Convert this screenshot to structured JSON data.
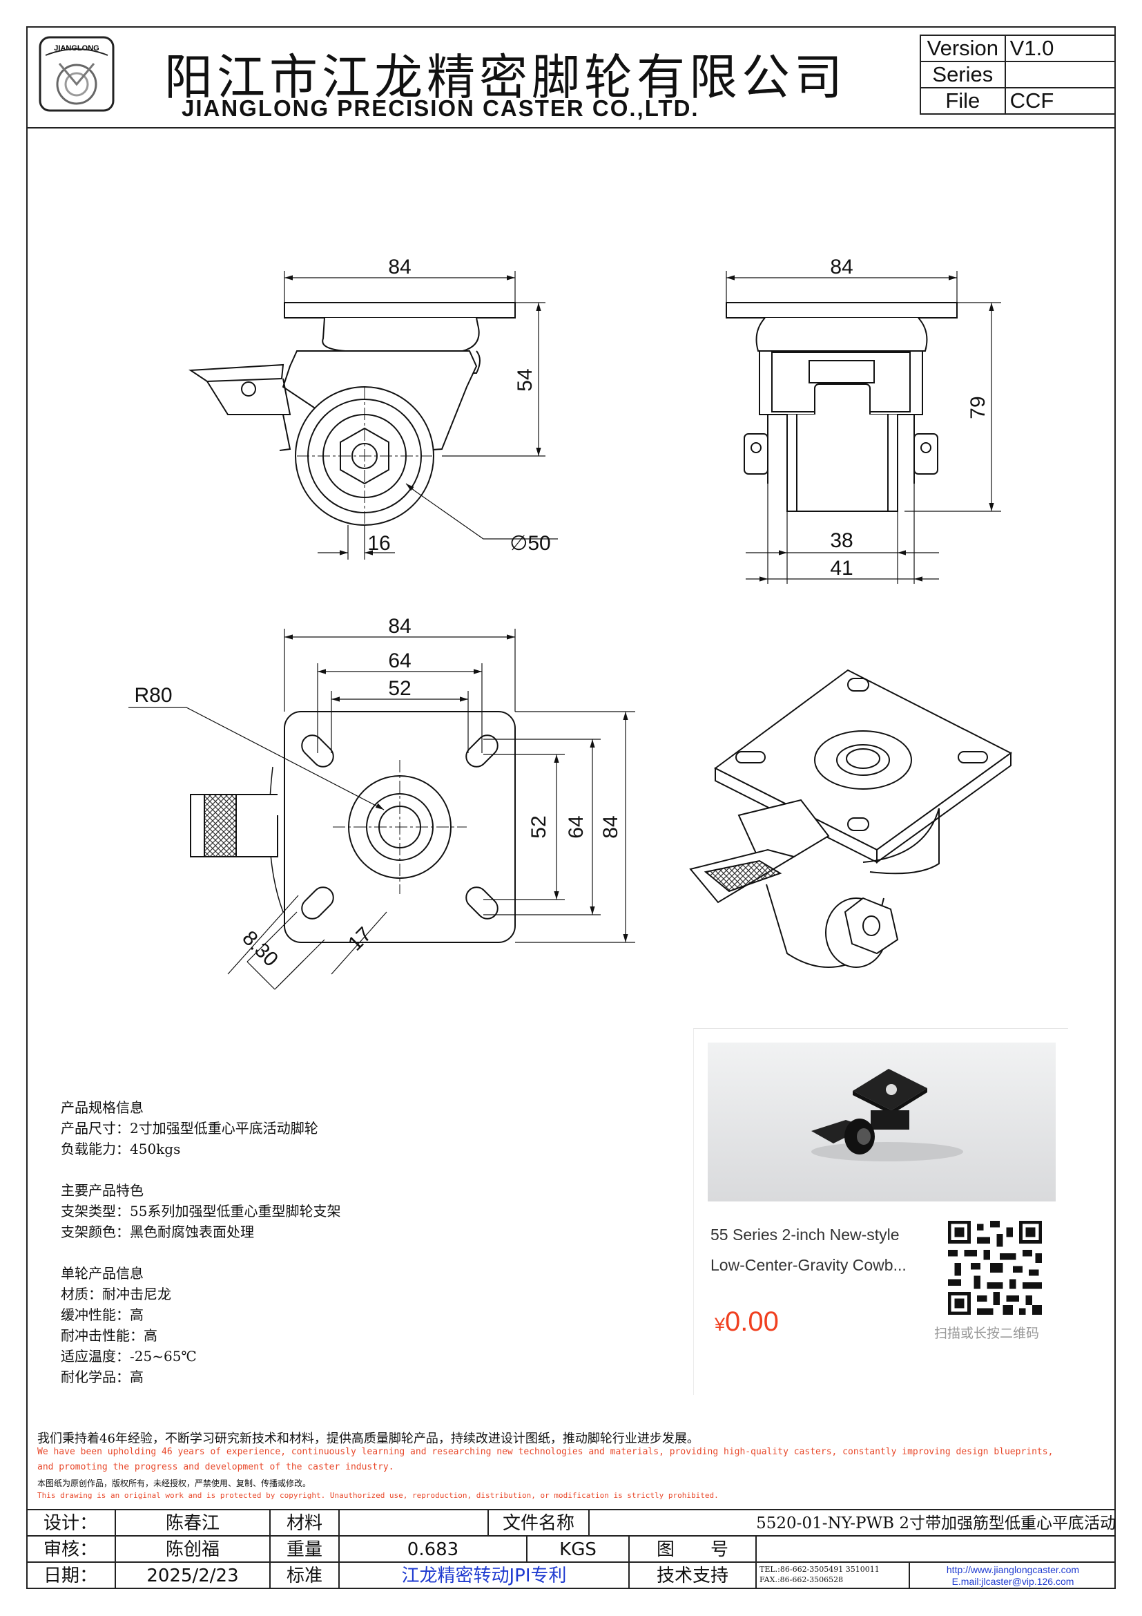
{
  "header": {
    "logo_text": "JIANGLONG",
    "company_cn": "阳江市江龙精密脚轮有限公司",
    "company_en": "JIANGLONG PRECISION CASTER CO.,LTD.",
    "version_label": "Version",
    "version_value": "V1.0",
    "series_label": "Series",
    "series_value": "",
    "file_label": "File",
    "file_value": "CCF"
  },
  "dimensions": {
    "side_width": "84",
    "side_height": "54",
    "offset": "16",
    "wheel_dia": "∅50",
    "front_width": "84",
    "front_height": "79",
    "wheel_width": "38",
    "leg_width": "41",
    "top_width": "84",
    "hole_span_outer": "64",
    "hole_span_inner": "52",
    "radius": "R80",
    "v_inner": "52",
    "v_outer": "64",
    "v_total": "84",
    "slot_w": "8.30",
    "slot_l": "17"
  },
  "spec": {
    "group1_title": "产品规格信息",
    "size": "产品尺寸：2寸加强型低重心平底活动脚轮",
    "load": "负载能力：450kgs",
    "group2_title": "主要产品特色",
    "bracket_type": "支架类型：55系列加强型低重心重型脚轮支架",
    "bracket_color": "支架颜色：黑色耐腐蚀表面处理",
    "group3_title": "单轮产品信息",
    "material": "材质：耐冲击尼龙",
    "cushion": "缓冲性能：高",
    "impact": "耐冲击性能：高",
    "temperature": "适应温度：-25~65℃",
    "chemical": "耐化学品：高"
  },
  "card": {
    "name_line1": "55 Series 2-inch New-style",
    "name_line2": "Low-Center-Gravity Cowb...",
    "currency": "¥",
    "price": "0.00",
    "qr_caption": "扫描或长按二维码"
  },
  "statement": {
    "cn": "我们秉持着46年经验，不断学习研究新技术和材料，提供高质量脚轮产品，持续改进设计图纸，推动脚轮行业进步发展。",
    "en1": "We have been upholding 46 years of experience, continuously learning and researching new technologies and materials, providing high-quality casters, constantly improving design blueprints,",
    "en2": "and promoting the progress and development of the caster industry.",
    "copyright_cn": "本图纸为原创作品，版权所有，未经授权，严禁使用、复制、传播或修改。",
    "copyright_en": "This drawing is an original work and is protected by copyright. Unauthorized use, reproduction, distribution, or modification is strictly prohibited."
  },
  "title_block": {
    "design_label": "设计：",
    "designer": "陈春江",
    "material_label": "材料",
    "material_value": "",
    "filename_label": "文件名称",
    "filename_value": "5520-01-NY-PWB 2寸带加强筋型低重心平底活动",
    "review_label": "审核：",
    "reviewer": "陈创福",
    "weight_label": "重量",
    "weight_value": "0.683",
    "weight_unit": "KGS",
    "drawing_no_label": "图　　号",
    "drawing_no_value": "",
    "date_label": "日期：",
    "date_value": "2025/2/23",
    "standard_label": "标准",
    "standard_value": "江龙精密转动JPI专利",
    "support_label": "技术支持",
    "tel": "TEL.:86-662-3505491 3510011",
    "fax": "FAX.:86-662-3506528",
    "website": "http://www.jianglongcaster.com",
    "email": "E.mail:jlcaster@vip.126.com"
  }
}
